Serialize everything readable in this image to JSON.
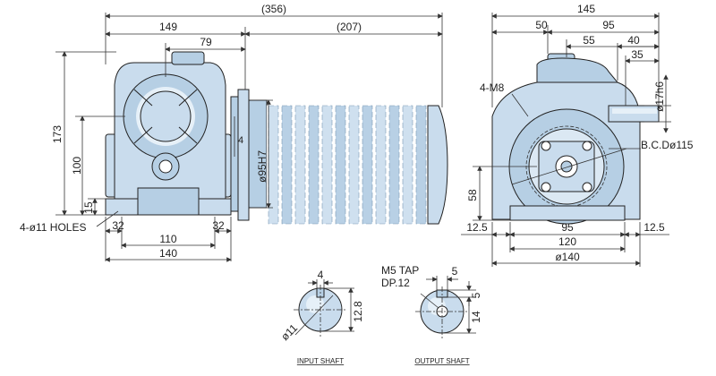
{
  "side_view": {
    "overall_length": "(356)",
    "gear_section": "149",
    "motor_section": "(207)",
    "shaft_offset": "79",
    "height": "173",
    "shaft_height": "100",
    "foot_height": "15",
    "flange_pilot": "ø95H7",
    "flange_step": "4",
    "foot_edge_left": "32",
    "foot_edge_right": "32",
    "hole_pitch": "110",
    "base_length": "140",
    "holes_label": "4-ø11 HOLES"
  },
  "front_view": {
    "overall_width": "145",
    "width_50": "50",
    "width_95": "95",
    "width_55": "55",
    "width_40": "40",
    "width_35": "35",
    "tap_label": "4-M8",
    "output_shaft_dia": "ø17h6",
    "bcd_label": "B.C.Dø115",
    "center_height": "58",
    "margin_left": "12.5",
    "margin_right": "12.5",
    "bolt_span": "95",
    "base_width": "120",
    "flange_dia": "ø140"
  },
  "input_shaft": {
    "key_width": "4",
    "shaft_dia": "ø11",
    "key_height": "12.8",
    "caption": "INPUT SHAFT"
  },
  "output_shaft": {
    "tap_label_1": "M5 TAP",
    "tap_label_2": "DP.12",
    "key_width": "5",
    "key_depth": "5",
    "key_height": "14",
    "caption": "OUTPUT SHAFT"
  }
}
